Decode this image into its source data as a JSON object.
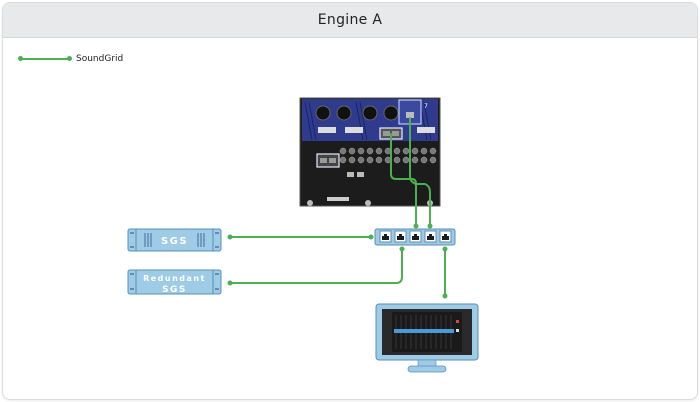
{
  "header": {
    "title": "Engine A"
  },
  "legend": [
    {
      "label": "SoundGrid",
      "color": "#4caf50"
    }
  ],
  "devices": {
    "engine": {
      "name": "DSP engine rear panel"
    },
    "switch": {
      "name": "Network switch",
      "ports": 5
    },
    "sgs": {
      "label": "SGS"
    },
    "redundant_sgs": {
      "label_line1": "Redundant",
      "label_line2": "SGS"
    },
    "monitor": {
      "name": "Host computer display"
    }
  },
  "connections": [
    {
      "from": "engine",
      "to": "switch",
      "type": "SoundGrid"
    },
    {
      "from": "engine",
      "to": "switch",
      "type": "SoundGrid"
    },
    {
      "from": "sgs",
      "to": "switch",
      "type": "SoundGrid"
    },
    {
      "from": "redundant_sgs",
      "to": "switch",
      "type": "SoundGrid"
    },
    {
      "from": "switch",
      "to": "monitor",
      "type": "SoundGrid"
    }
  ],
  "colors": {
    "soundgrid": "#4caf50",
    "device_fill": "#9ecbe6",
    "device_stroke": "#5b8fb5",
    "engine_blue": "#2d3b8c",
    "engine_dark": "#1e1e1e"
  }
}
